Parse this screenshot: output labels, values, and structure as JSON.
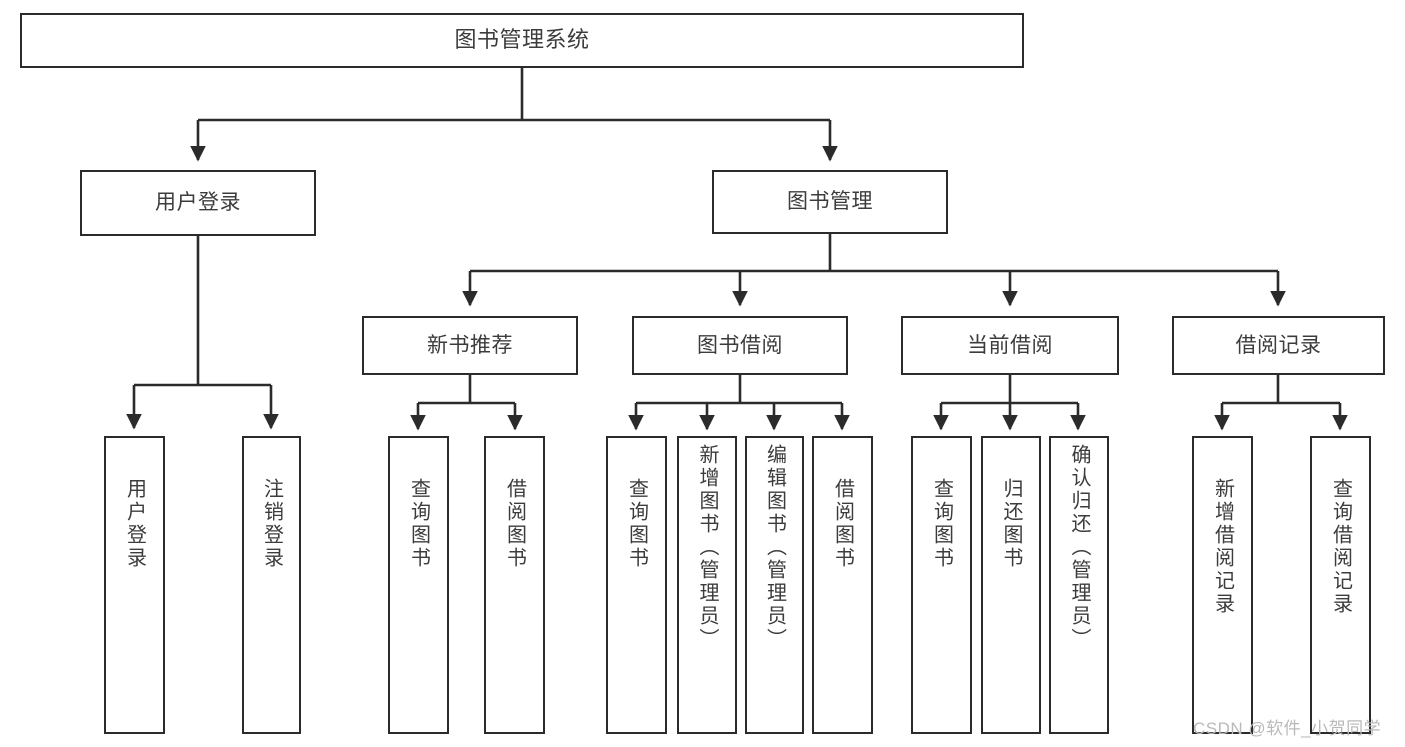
{
  "diagram": {
    "title": "图书管理系统",
    "type": "hierarchy-tree",
    "root": {
      "id": "root",
      "label": "图书管理系统"
    },
    "level1": [
      {
        "id": "user-login",
        "label": "用户登录"
      },
      {
        "id": "book-manage",
        "label": "图书管理"
      }
    ],
    "level2": [
      {
        "id": "new-book-recommend",
        "label": "新书推荐"
      },
      {
        "id": "book-borrow",
        "label": "图书借阅"
      },
      {
        "id": "current-borrow",
        "label": "当前借阅"
      },
      {
        "id": "borrow-record",
        "label": "借阅记录"
      }
    ],
    "leaves": {
      "user_login": [
        {
          "id": "leaf-user-login",
          "label": "用户登录"
        },
        {
          "id": "leaf-logout-login",
          "label": "注销登录"
        }
      ],
      "new_book_recommend": [
        {
          "id": "leaf-query-book-1",
          "label": "查询图书"
        },
        {
          "id": "leaf-borrow-book-1",
          "label": "借阅图书"
        }
      ],
      "book_borrow": [
        {
          "id": "leaf-query-book-2",
          "label": "查询图书"
        },
        {
          "id": "leaf-add-book",
          "label": "新增图书（管理员）"
        },
        {
          "id": "leaf-edit-book",
          "label": "编辑图书（管理员）"
        },
        {
          "id": "leaf-borrow-book-2",
          "label": "借阅图书"
        }
      ],
      "current_borrow": [
        {
          "id": "leaf-query-book-3",
          "label": "查询图书"
        },
        {
          "id": "leaf-return-book",
          "label": "归还图书"
        },
        {
          "id": "leaf-confirm-return",
          "label": "确认归还（管理员）"
        }
      ],
      "borrow_record": [
        {
          "id": "leaf-add-record",
          "label": "新增借阅记录"
        },
        {
          "id": "leaf-query-record",
          "label": "查询借阅记录"
        }
      ]
    }
  },
  "watermark": {
    "text": "CSDN @软件_小贺同学"
  },
  "colors": {
    "background": "#ffffff",
    "node_border": "#2b2b2b",
    "node_fill": "#ffffff",
    "text": "#3c3c3c",
    "edge": "#2b2b2b",
    "watermark": "#b9b9b9"
  }
}
